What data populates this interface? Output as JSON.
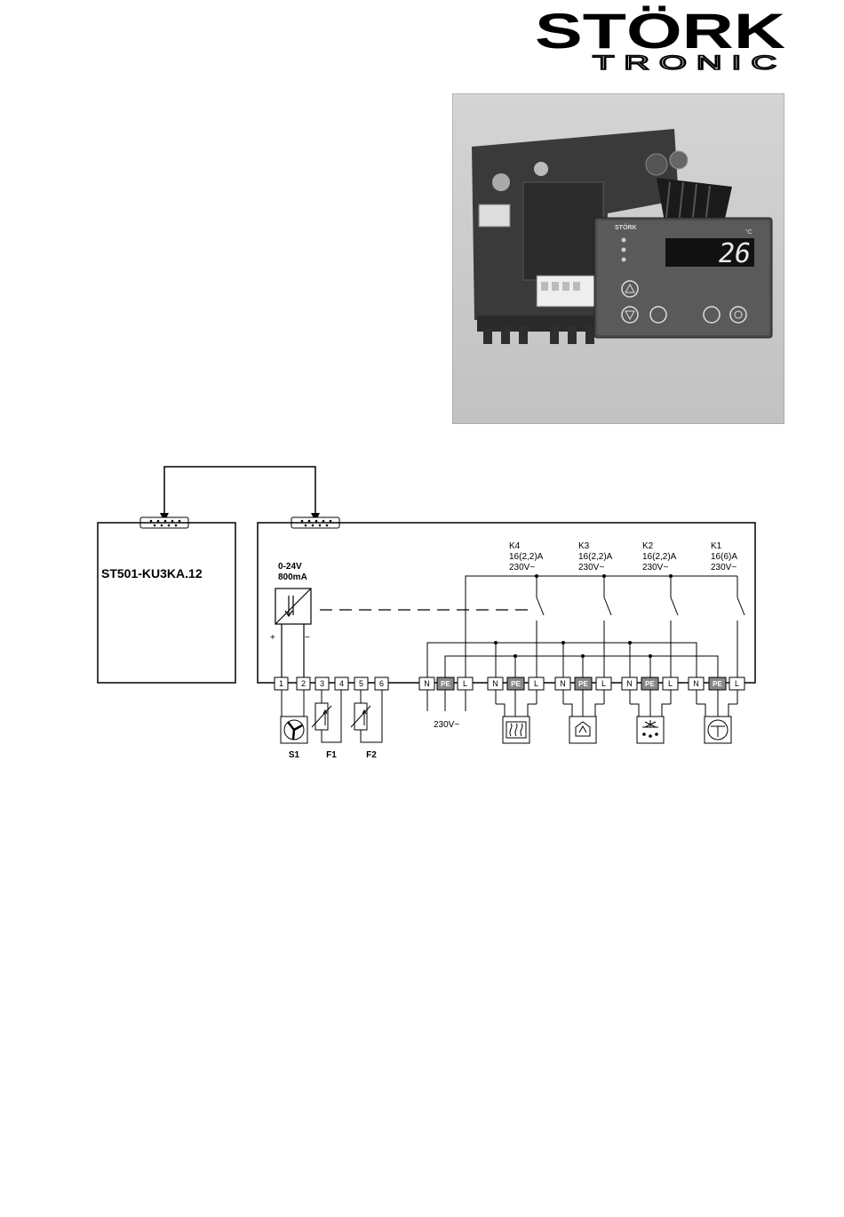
{
  "header": {
    "logo_main": "STÖRK",
    "logo_sub": "TRONIC"
  },
  "photo": {
    "display_value": "26",
    "display_unit": "°C",
    "panel_brand": "STÖRK"
  },
  "diagram": {
    "remote_unit_label": "ST501-KU3KA.12",
    "power_output": {
      "voltage": "0-24V",
      "current": "800mA",
      "plus": "+",
      "minus": "−"
    },
    "terminals_low": [
      "1",
      "2",
      "3",
      "4",
      "5",
      "6"
    ],
    "supply_terminals": [
      "N",
      "PE",
      "L"
    ],
    "supply_label": "230V~",
    "relays": [
      {
        "name": "K4",
        "rating": "16(2,2)A",
        "voltage": "230V~"
      },
      {
        "name": "K3",
        "rating": "16(2,2)A",
        "voltage": "230V~"
      },
      {
        "name": "K2",
        "rating": "16(2,2)A",
        "voltage": "230V~"
      },
      {
        "name": "K1",
        "rating": "16(6)A",
        "voltage": "230V~"
      }
    ],
    "relay_terminals": [
      "N",
      "PE",
      "L"
    ],
    "low_labels": [
      "S1",
      "F1",
      "F2"
    ],
    "icons": [
      "fan-icon",
      "sensor-icon",
      "heater-icon",
      "alarm-icon",
      "defrost-icon",
      "compressor-icon"
    ]
  }
}
